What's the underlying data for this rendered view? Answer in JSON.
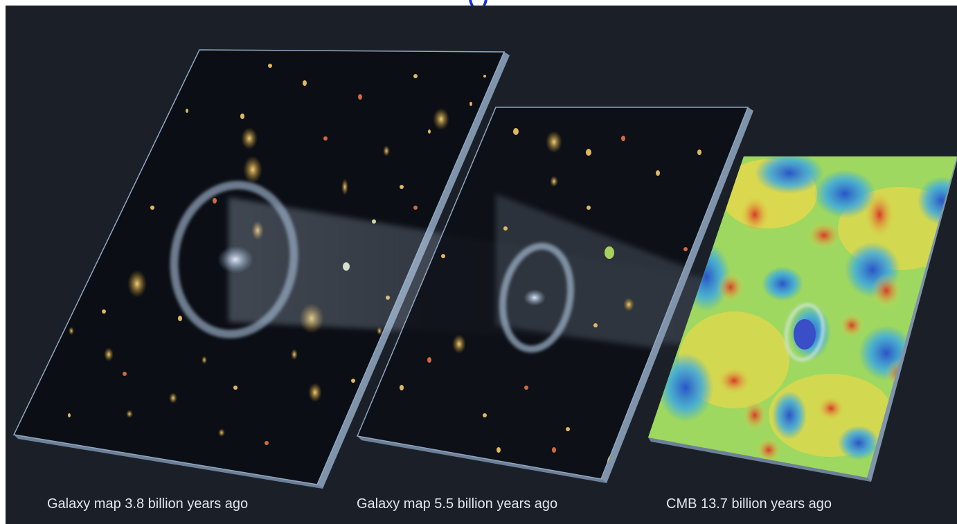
{
  "header": {
    "partial_title": "(  )"
  },
  "captions": {
    "map1": "Galaxy map 3.8 billion years ago",
    "map2": "Galaxy map 5.5 billion years ago",
    "cmb": "CMB 13.7 billion years ago"
  },
  "colors": {
    "background": "#1b2028",
    "title": "#1a2fd6",
    "ring": "#9fb6cf",
    "cmb_warm": "#d83a26",
    "cmb_cool": "#2a55c8",
    "cmb_mid": "#e8d84a"
  }
}
